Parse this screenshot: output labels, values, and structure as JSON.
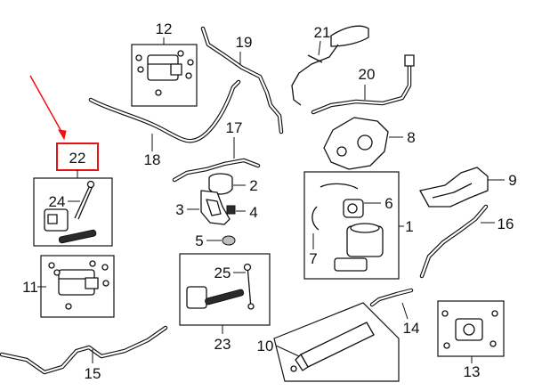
{
  "callouts": {
    "c1": "1",
    "c2": "2",
    "c3": "3",
    "c4": "4",
    "c5": "5",
    "c6": "6",
    "c7": "7",
    "c8": "8",
    "c9": "9",
    "c10": "10",
    "c11": "11",
    "c12": "12",
    "c13": "13",
    "c14": "14",
    "c15": "15",
    "c16": "16",
    "c17": "17",
    "c18": "18",
    "c19": "19",
    "c20": "20",
    "c21": "21",
    "c22": "22",
    "c23": "23",
    "c24": "24",
    "c25": "25"
  },
  "highlight": {
    "part": "22",
    "color": "#ee1111"
  },
  "colors": {
    "ink": "#111111",
    "background": "#ffffff"
  }
}
